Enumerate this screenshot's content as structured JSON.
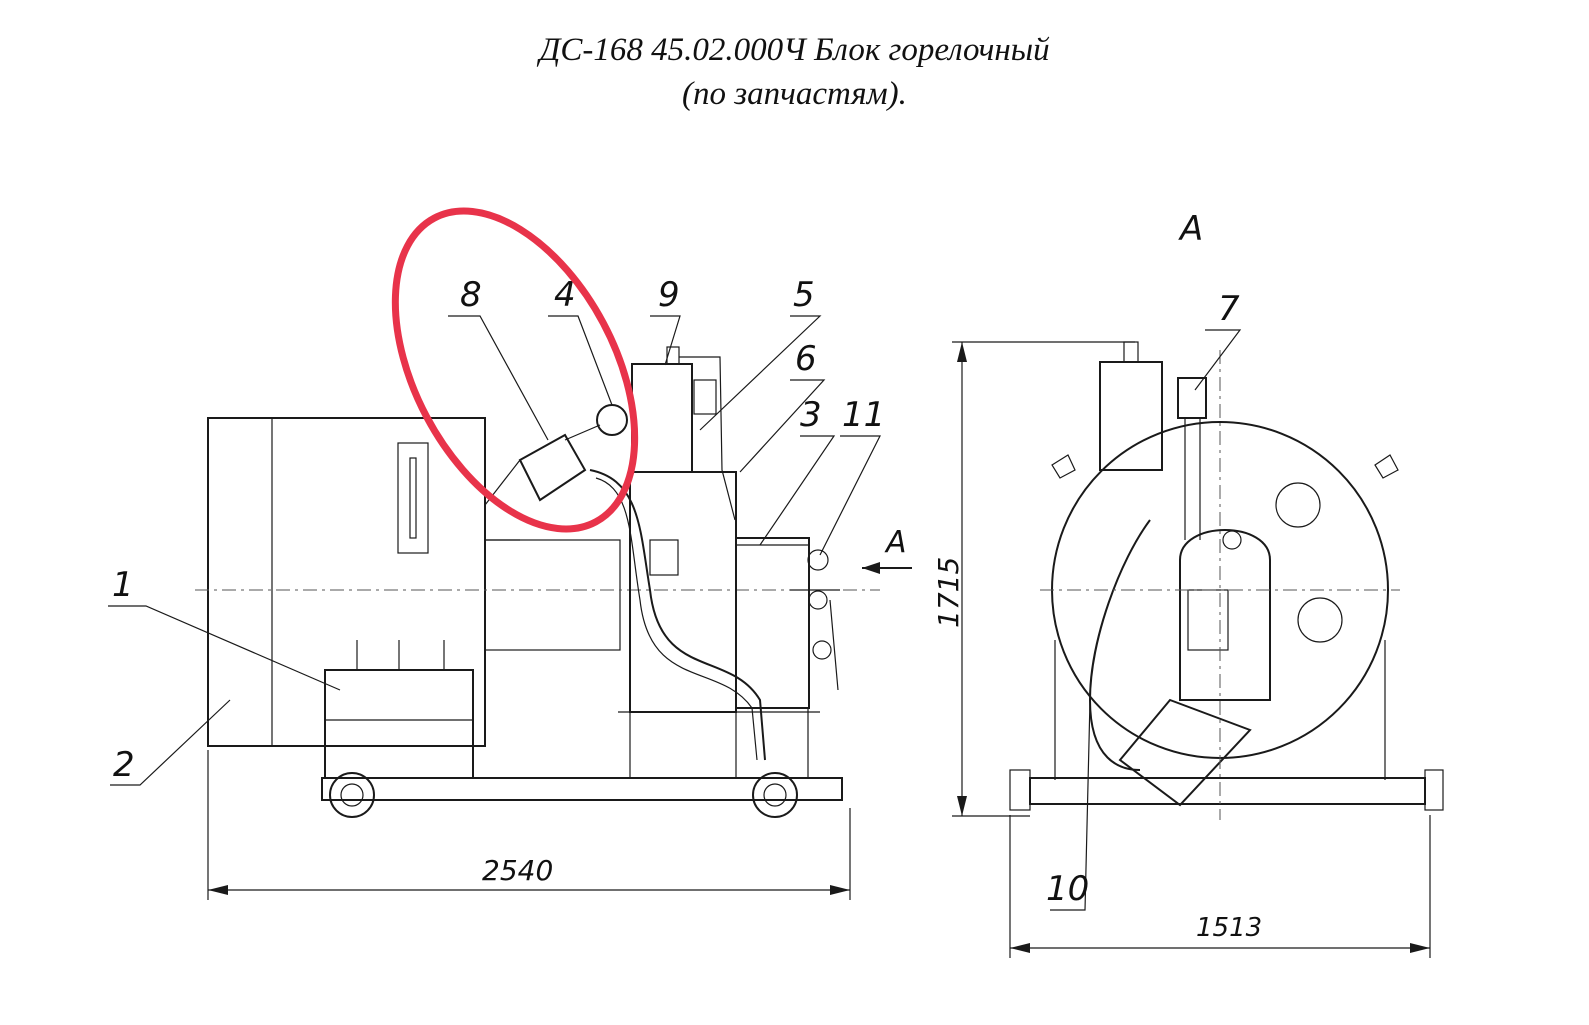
{
  "title": {
    "line1": "ДС-168 45.02.000Ч Блок горелочный",
    "line2": "(по запчастям)."
  },
  "view_label": "А",
  "arrow_label": "А",
  "callouts": [
    "1",
    "2",
    "3",
    "4",
    "5",
    "6",
    "7",
    "8",
    "9",
    "10",
    "11"
  ],
  "dimensions": {
    "side_length": "2540",
    "front_width": "1513",
    "height": "1715"
  },
  "highlight_color": "#e8334a"
}
